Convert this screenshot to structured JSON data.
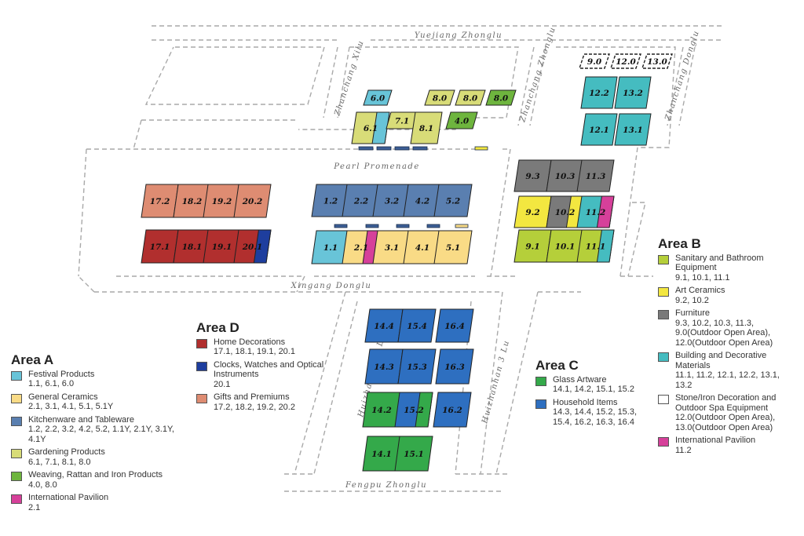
{
  "roads": {
    "north": "Yuejiang Zhonglu",
    "promenade": "Pearl Promenade",
    "middle": "Xingang Donglu",
    "south": "Fengpu Zhonglu",
    "zh_xiliu": "Zhanchang Xilu",
    "zh_zhonglu": "Zhanchang Zhonglu",
    "zh_donglu": "Zhanchang Donglu",
    "hui2": "Huizhanhan 2 Lu",
    "hui3": "Huizhanhan 3 Lu"
  },
  "colors": {
    "festival": "#68C4D8",
    "ceramics": "#F9DB86",
    "kitchen": "#5A7FB0",
    "garden": "#D8DC78",
    "weaving": "#6EB53E",
    "intl": "#D6409A",
    "home": "#B12F2E",
    "clocks": "#1E3E9E",
    "gifts": "#DE8C72",
    "glass": "#34A94A",
    "household": "#2E6FC0",
    "sanitary": "#B5CF3A",
    "art": "#F3E740",
    "furniture": "#7A7A7A",
    "building": "#45BCC0",
    "stone": "#FFFFFF"
  },
  "halls": [
    {
      "id": "hall-6-0",
      "label": "6.0",
      "fill": "festival"
    },
    {
      "id": "hall-8-0a",
      "label": "8.0",
      "fill": "garden"
    },
    {
      "id": "hall-8-0b",
      "label": "8.0",
      "fill": "garden"
    },
    {
      "id": "hall-8-0c",
      "label": "8.0",
      "fill": "weaving"
    },
    {
      "id": "hall-6-1",
      "label": "6.1",
      "fill": "garden",
      "split": "festival"
    },
    {
      "id": "hall-7-1",
      "label": "7.1",
      "fill": "garden"
    },
    {
      "id": "hall-8-1",
      "label": "8.1",
      "fill": "garden"
    },
    {
      "id": "hall-4-0",
      "label": "4.0",
      "fill": "weaving"
    },
    {
      "id": "hall-9-0",
      "label": "9.0",
      "fill": "stone"
    },
    {
      "id": "hall-12-0",
      "label": "12.0",
      "fill": "stone"
    },
    {
      "id": "hall-13-0",
      "label": "13.0",
      "fill": "stone"
    },
    {
      "id": "hall-12-2",
      "label": "12.2",
      "fill": "building"
    },
    {
      "id": "hall-13-2",
      "label": "13.2",
      "fill": "building"
    },
    {
      "id": "hall-12-1",
      "label": "12.1",
      "fill": "building"
    },
    {
      "id": "hall-13-1",
      "label": "13.1",
      "fill": "building"
    },
    {
      "id": "hall-17-2",
      "label": "17.2",
      "fill": "gifts"
    },
    {
      "id": "hall-18-2",
      "label": "18.2",
      "fill": "gifts"
    },
    {
      "id": "hall-19-2",
      "label": "19.2",
      "fill": "gifts"
    },
    {
      "id": "hall-20-2",
      "label": "20.2",
      "fill": "gifts"
    },
    {
      "id": "hall-17-1",
      "label": "17.1",
      "fill": "home"
    },
    {
      "id": "hall-18-1",
      "label": "18.1",
      "fill": "home"
    },
    {
      "id": "hall-19-1",
      "label": "19.1",
      "fill": "home"
    },
    {
      "id": "hall-20-1",
      "label": "20.1",
      "fill": "home",
      "split": "clocks"
    },
    {
      "id": "hall-1-2",
      "label": "1.2",
      "fill": "kitchen"
    },
    {
      "id": "hall-2-2",
      "label": "2.2",
      "fill": "kitchen"
    },
    {
      "id": "hall-3-2",
      "label": "3.2",
      "fill": "kitchen"
    },
    {
      "id": "hall-4-2",
      "label": "4.2",
      "fill": "kitchen"
    },
    {
      "id": "hall-5-2",
      "label": "5.2",
      "fill": "kitchen"
    },
    {
      "id": "hall-1-1",
      "label": "1.1",
      "fill": "festival"
    },
    {
      "id": "hall-2-1",
      "label": "2.1",
      "fill": "ceramics",
      "split": "intl"
    },
    {
      "id": "hall-3-1",
      "label": "3.1",
      "fill": "ceramics"
    },
    {
      "id": "hall-4-1",
      "label": "4.1",
      "fill": "ceramics"
    },
    {
      "id": "hall-5-1",
      "label": "5.1",
      "fill": "ceramics"
    },
    {
      "id": "hall-9-3",
      "label": "9.3",
      "fill": "furniture"
    },
    {
      "id": "hall-10-3",
      "label": "10.3",
      "fill": "furniture"
    },
    {
      "id": "hall-11-3",
      "label": "11.3",
      "fill": "furniture"
    },
    {
      "id": "hall-9-2",
      "label": "9.2",
      "fill": "art"
    },
    {
      "id": "hall-10-2",
      "label": "10.2",
      "fill": "furniture",
      "split": "art"
    },
    {
      "id": "hall-11-2",
      "label": "11.2",
      "fill": "building",
      "split": "intl"
    },
    {
      "id": "hall-9-1",
      "label": "9.1",
      "fill": "sanitary"
    },
    {
      "id": "hall-10-1",
      "label": "10.1",
      "fill": "sanitary"
    },
    {
      "id": "hall-11-1",
      "label": "11.1",
      "fill": "sanitary",
      "split": "building"
    },
    {
      "id": "hall-14-4",
      "label": "14.4",
      "fill": "household"
    },
    {
      "id": "hall-15-4",
      "label": "15.4",
      "fill": "household"
    },
    {
      "id": "hall-16-4",
      "label": "16.4",
      "fill": "household"
    },
    {
      "id": "hall-14-3",
      "label": "14.3",
      "fill": "household"
    },
    {
      "id": "hall-15-3",
      "label": "15.3",
      "fill": "household"
    },
    {
      "id": "hall-16-3",
      "label": "16.3",
      "fill": "household"
    },
    {
      "id": "hall-14-2",
      "label": "14.2",
      "fill": "glass"
    },
    {
      "id": "hall-15-2",
      "label": "15.2",
      "fill": "household",
      "split": "glass"
    },
    {
      "id": "hall-16-2",
      "label": "16.2",
      "fill": "household"
    },
    {
      "id": "hall-14-1",
      "label": "14.1",
      "fill": "glass"
    },
    {
      "id": "hall-15-1",
      "label": "15.1",
      "fill": "glass"
    }
  ],
  "legends": {
    "a": {
      "title": "Area A",
      "items": [
        {
          "key": "festival",
          "label": "Festival Products",
          "halls": "1.1, 6.1, 6.0"
        },
        {
          "key": "ceramics",
          "label": "General Ceramics",
          "halls": "2.1, 3.1, 4.1, 5.1, 5.1Y"
        },
        {
          "key": "kitchen",
          "label": "Kitchenware and Tableware",
          "halls": "1.2, 2.2, 3.2, 4.2, 5.2, 1.1Y, 2.1Y, 3.1Y, 4.1Y"
        },
        {
          "key": "garden",
          "label": "Gardening Products",
          "halls": "6.1, 7.1, 8.1, 8.0"
        },
        {
          "key": "weaving",
          "label": "Weaving, Rattan and Iron Products",
          "halls": "4.0, 8.0"
        },
        {
          "key": "intl",
          "label": "International Pavilion",
          "halls": "2.1"
        }
      ]
    },
    "d": {
      "title": "Area D",
      "items": [
        {
          "key": "home",
          "label": "Home Decorations",
          "halls": "17.1, 18.1, 19.1, 20.1"
        },
        {
          "key": "clocks",
          "label": "Clocks, Watches and Optical Instruments",
          "halls": "20.1"
        },
        {
          "key": "gifts",
          "label": "Gifts and Premiums",
          "halls": "17.2, 18.2, 19.2, 20.2"
        }
      ]
    },
    "c": {
      "title": "Area C",
      "items": [
        {
          "key": "glass",
          "label": "Glass Artware",
          "halls": "14.1, 14.2, 15.1, 15.2"
        },
        {
          "key": "household",
          "label": "Household Items",
          "halls": "14.3, 14.4, 15.2, 15.3, 15.4, 16.2, 16.3, 16.4"
        }
      ]
    },
    "b": {
      "title": "Area B",
      "items": [
        {
          "key": "sanitary",
          "label": "Sanitary and Bathroom Equipment",
          "halls": "9.1, 10.1, 11.1"
        },
        {
          "key": "art",
          "label": "Art Ceramics",
          "halls": "9.2, 10.2"
        },
        {
          "key": "furniture",
          "label": "Furniture",
          "halls": "9.3, 10.2, 10.3, 11.3, 9.0(Outdoor Open Area), 12.0(Outdoor Open Area)"
        },
        {
          "key": "building",
          "label": "Building and Decorative Materials",
          "halls": "11.1, 11.2, 12.1, 12.2, 13.1, 13.2"
        },
        {
          "key": "stone",
          "label": "Stone/Iron Decoration and Outdoor Spa Equipment",
          "halls": "12.0(Outdoor Open Area), 13.0(Outdoor Open Area)"
        },
        {
          "key": "intl",
          "label": "International Pavilion",
          "halls": "11.2"
        }
      ]
    }
  }
}
